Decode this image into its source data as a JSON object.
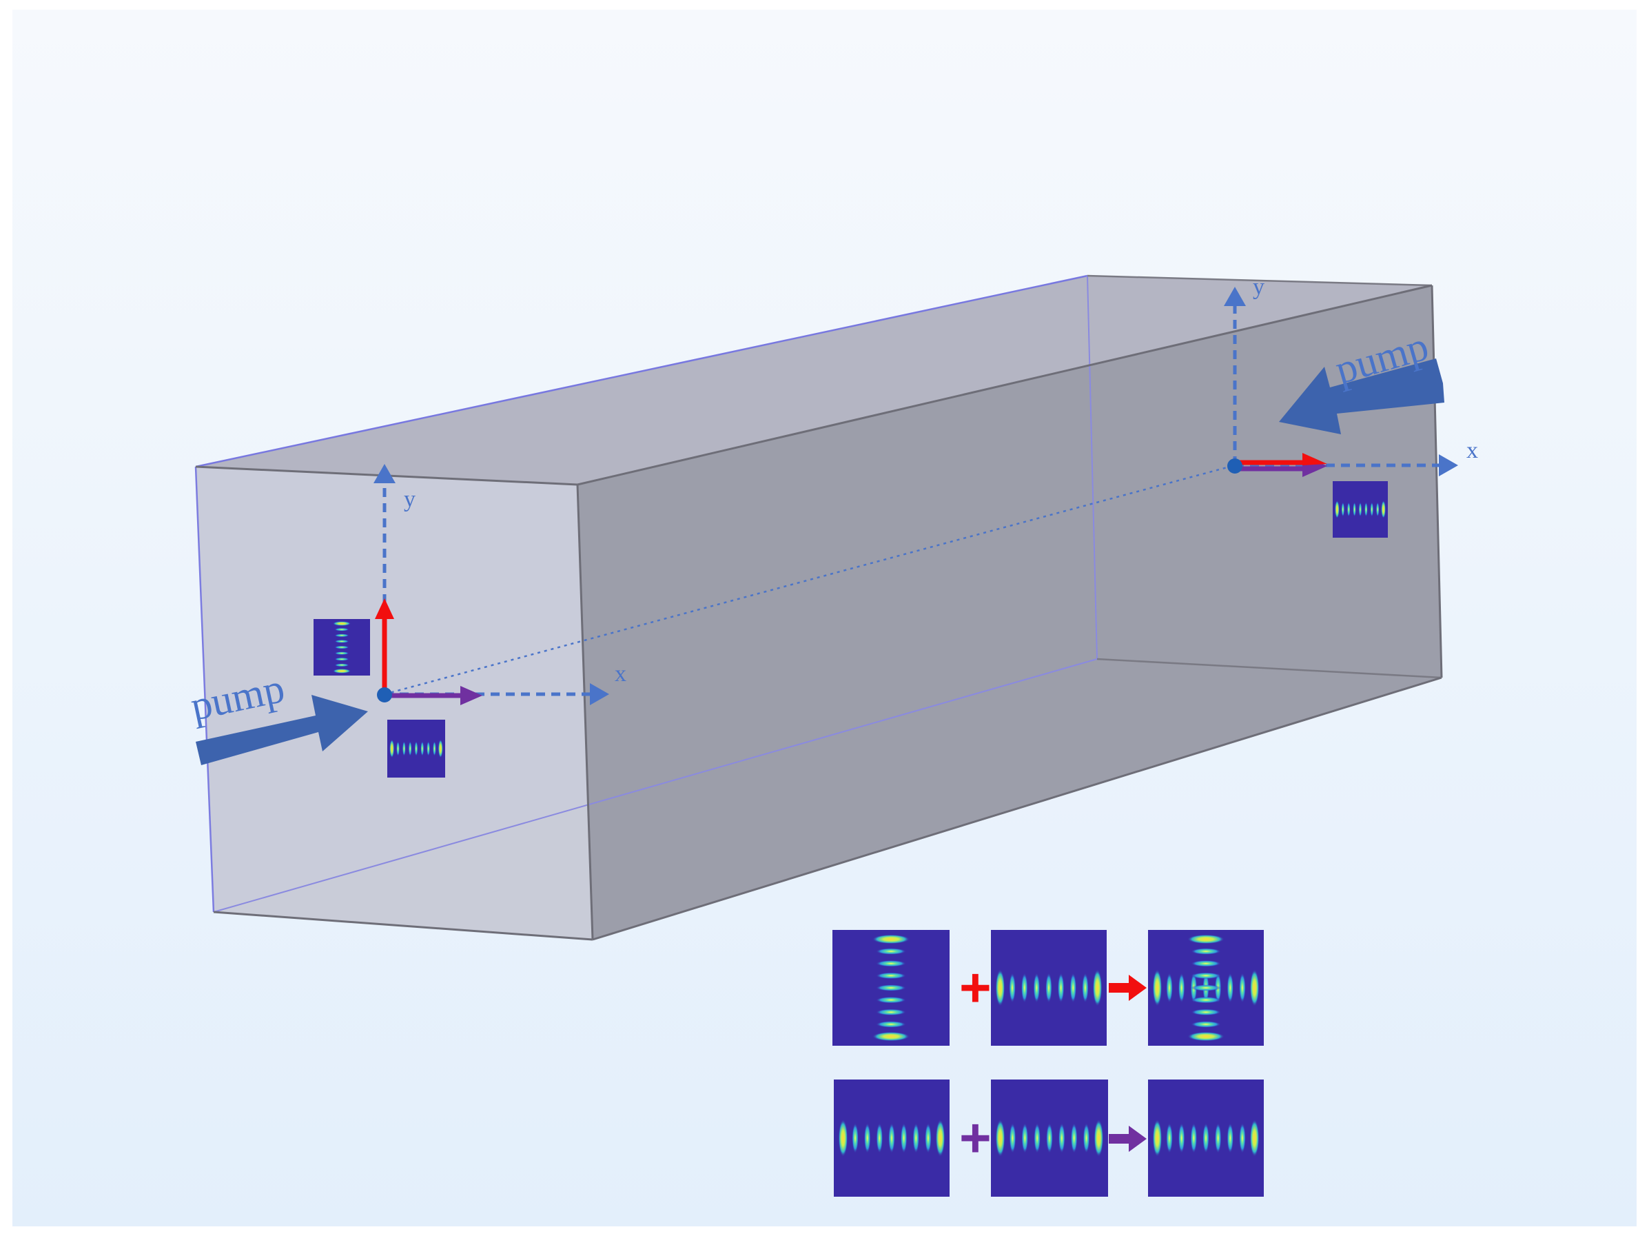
{
  "labels": {
    "pump_left": "pump",
    "pump_right": "pump",
    "axis_x_left": "x",
    "axis_y_left": "y",
    "axis_x_right": "x",
    "axis_y_right": "y"
  },
  "equations": {
    "row1": {
      "plus": "+",
      "operator_color": "#f20f0f"
    },
    "row2": {
      "plus": "+",
      "operator_color": "#7030a0"
    }
  },
  "colors": {
    "axis_blue": "#4a74c9",
    "pump_arrow": "#3d63ad",
    "polarization_red": "#f20f0f",
    "polarization_purple": "#7030a0",
    "mode_background": "#3a2ba6",
    "box_face": "#b9bccc",
    "background_top": "#f6f9fd",
    "background_bottom": "#e3effb"
  }
}
